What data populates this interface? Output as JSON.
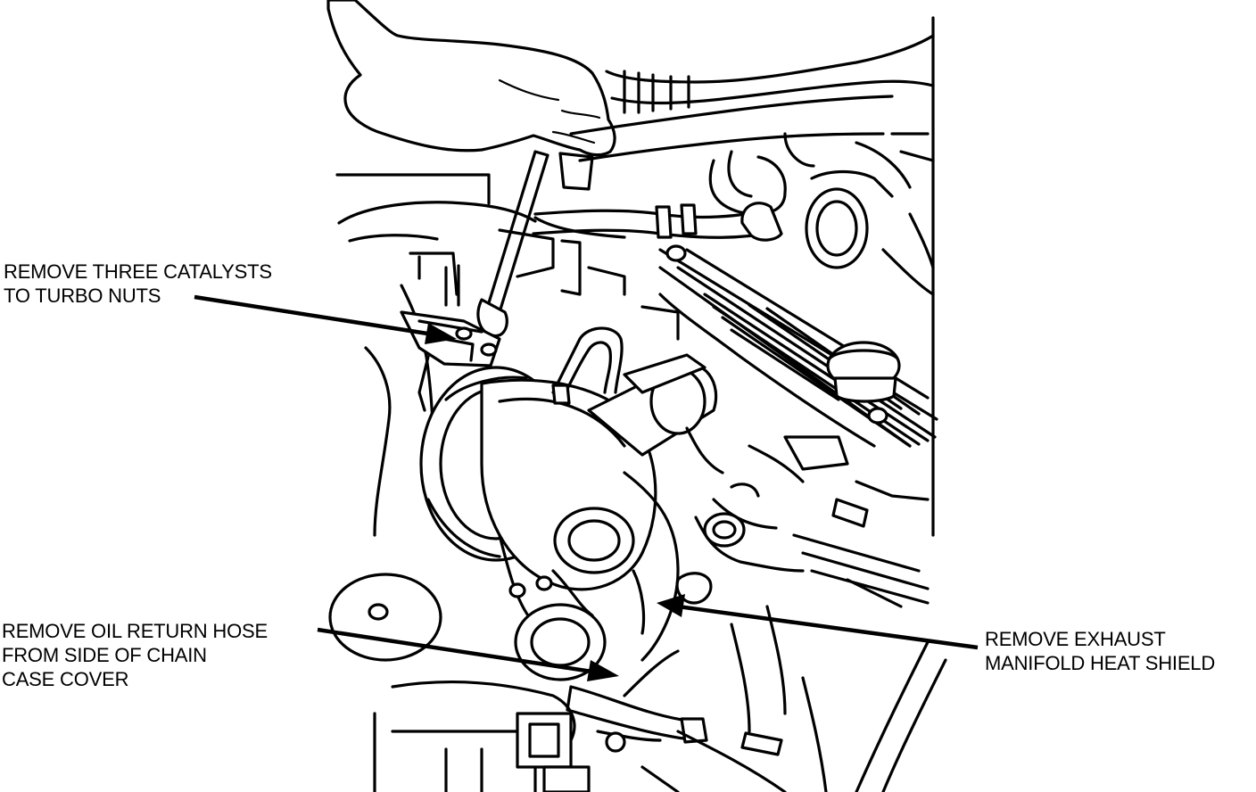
{
  "callouts": {
    "catalyst_nuts": {
      "line1": "REMOVE THREE CATALYSTS",
      "line2": "TO TURBO NUTS"
    },
    "oil_return": {
      "line1": "REMOVE OIL RETURN HOSE",
      "line2": "FROM SIDE OF CHAIN",
      "line3": "CASE COVER"
    },
    "heat_shield": {
      "line1": "REMOVE EXHAUST",
      "line2": "MANIFOLD HEAT SHIELD"
    }
  },
  "colors": {
    "ink": "#000000",
    "paper": "#ffffff"
  }
}
